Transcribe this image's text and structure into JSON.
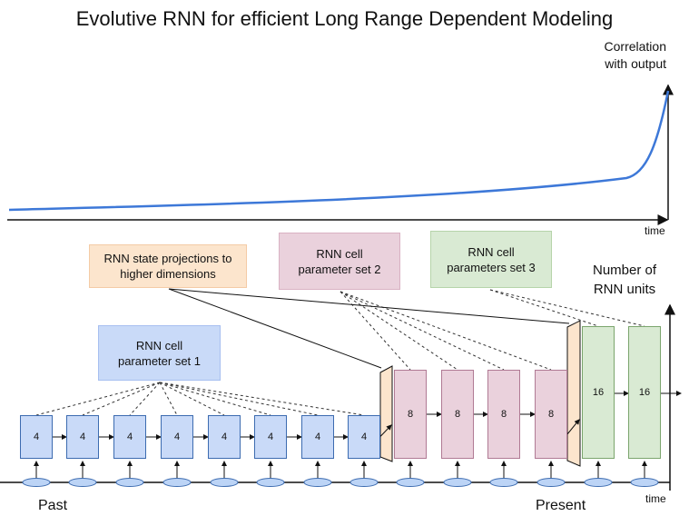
{
  "title": "Evolutive RNN for efficient Long Range Dependent Modeling",
  "curve": {
    "y_label": [
      "Correlation",
      "with output"
    ],
    "x_label": "time"
  },
  "annotations": {
    "projections": [
      "RNN state projections to",
      "higher dimensions"
    ],
    "param_set_1": [
      "RNN cell",
      "parameter set 1"
    ],
    "param_set_2": [
      "RNN cell",
      "parameter set 2"
    ],
    "param_set_3": [
      "RNN cell",
      "parameters set 3"
    ],
    "units_axis": [
      "Number of",
      "RNN units"
    ]
  },
  "timeline": {
    "past": "Past",
    "present": "Present",
    "time": "time"
  },
  "cells": {
    "blue": [
      "4",
      "4",
      "4",
      "4",
      "4",
      "4",
      "4",
      "4"
    ],
    "pink": [
      "8",
      "8",
      "8",
      "8"
    ],
    "green": [
      "16",
      "16"
    ]
  },
  "colors": {
    "blue": "#c9daf8",
    "pink": "#ead1dc",
    "green": "#d9ead3",
    "orange": "#fce5cd",
    "curve": "#3d78d8",
    "input_node": "#bcd4f6"
  }
}
